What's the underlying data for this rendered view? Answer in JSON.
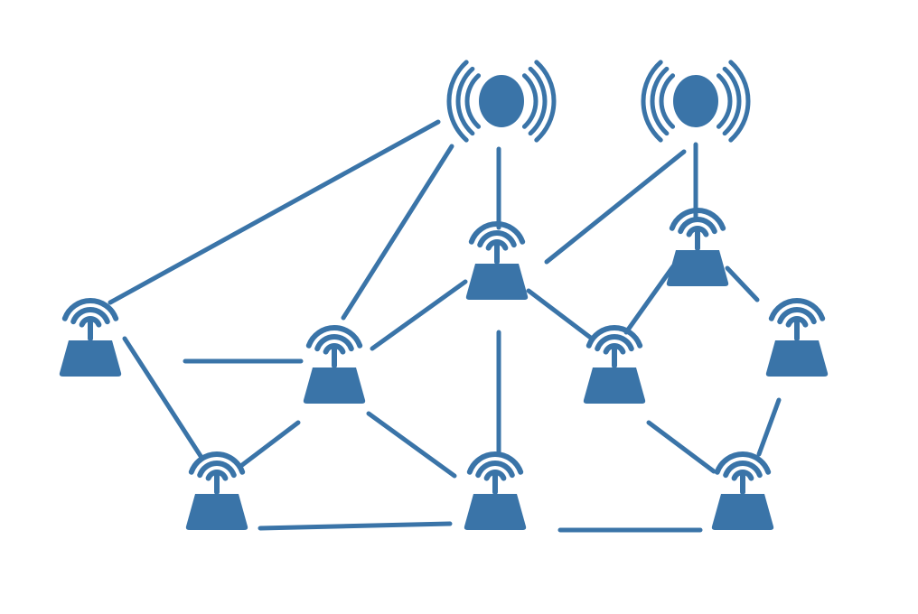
{
  "colors": {
    "background": "#ffffff",
    "node": "#3a74a8",
    "link": "#3a74a8"
  },
  "icons": {
    "gateway": "broadcast-tower-icon",
    "node": "wireless-access-point-icon"
  },
  "nodes": [
    {
      "id": "g1",
      "kind": "gateway"
    },
    {
      "id": "g2",
      "kind": "gateway"
    },
    {
      "id": "n1",
      "kind": "node"
    },
    {
      "id": "n2",
      "kind": "node"
    },
    {
      "id": "n3",
      "kind": "node"
    },
    {
      "id": "n4",
      "kind": "node"
    },
    {
      "id": "n5",
      "kind": "node"
    },
    {
      "id": "n6",
      "kind": "node"
    },
    {
      "id": "n7",
      "kind": "node"
    },
    {
      "id": "n8",
      "kind": "node"
    },
    {
      "id": "n9",
      "kind": "node"
    },
    {
      "id": "n10",
      "kind": "node"
    }
  ],
  "links": [
    [
      "g1",
      "n1"
    ],
    [
      "g1",
      "n2"
    ],
    [
      "g1",
      "n3"
    ],
    [
      "g2",
      "n3"
    ],
    [
      "g2",
      "n4"
    ],
    [
      "n1",
      "n5"
    ],
    [
      "n1",
      "n2"
    ],
    [
      "n2",
      "n5"
    ],
    [
      "n2",
      "n3"
    ],
    [
      "n2",
      "n6"
    ],
    [
      "n3",
      "n6"
    ],
    [
      "n3",
      "n7"
    ],
    [
      "n4",
      "n7"
    ],
    [
      "n4",
      "n8"
    ],
    [
      "n5",
      "n6"
    ],
    [
      "n6",
      "n10"
    ],
    [
      "n7",
      "n10"
    ],
    [
      "n8",
      "n10"
    ]
  ]
}
